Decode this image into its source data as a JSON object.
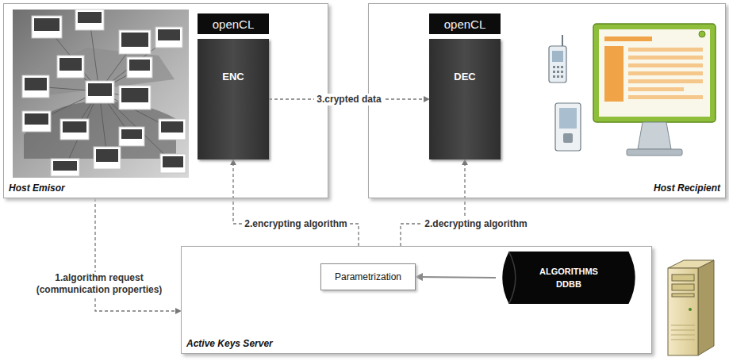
{
  "diagram": {
    "nodes": [
      {
        "text": [
          "Host Emisor"
        ]
      },
      {
        "text": [
          "openCL"
        ],
        "in": 0
      },
      {
        "text": [
          "ENC"
        ],
        "in": 0
      },
      {
        "text": [
          "Host Recipient"
        ]
      },
      {
        "text": [
          "openCL"
        ],
        "in": 3
      },
      {
        "text": [
          "DEC"
        ],
        "in": 3
      },
      {
        "text": [
          "Active Keys Server"
        ]
      },
      {
        "text": [
          "Parametrization"
        ],
        "in": 6
      },
      {
        "text": [
          "ALGORITHMS DDBB"
        ],
        "in": 6
      }
    ],
    "edges": [
      {
        "from": 2,
        "to": 5,
        "label": "3.crypted data",
        "arrow": "to"
      },
      {
        "from": 0,
        "to": 6,
        "label": "1.algorithm request (communication properties)",
        "arrow": "to"
      },
      {
        "from": 6,
        "to": 2,
        "label": "2.encrypting algorithm",
        "arrow": "to"
      },
      {
        "from": 6,
        "to": 5,
        "label": "2.decrypting algorithm",
        "arrow": "to"
      },
      {
        "from": 8,
        "to": 7,
        "arrow": "to"
      }
    ]
  }
}
